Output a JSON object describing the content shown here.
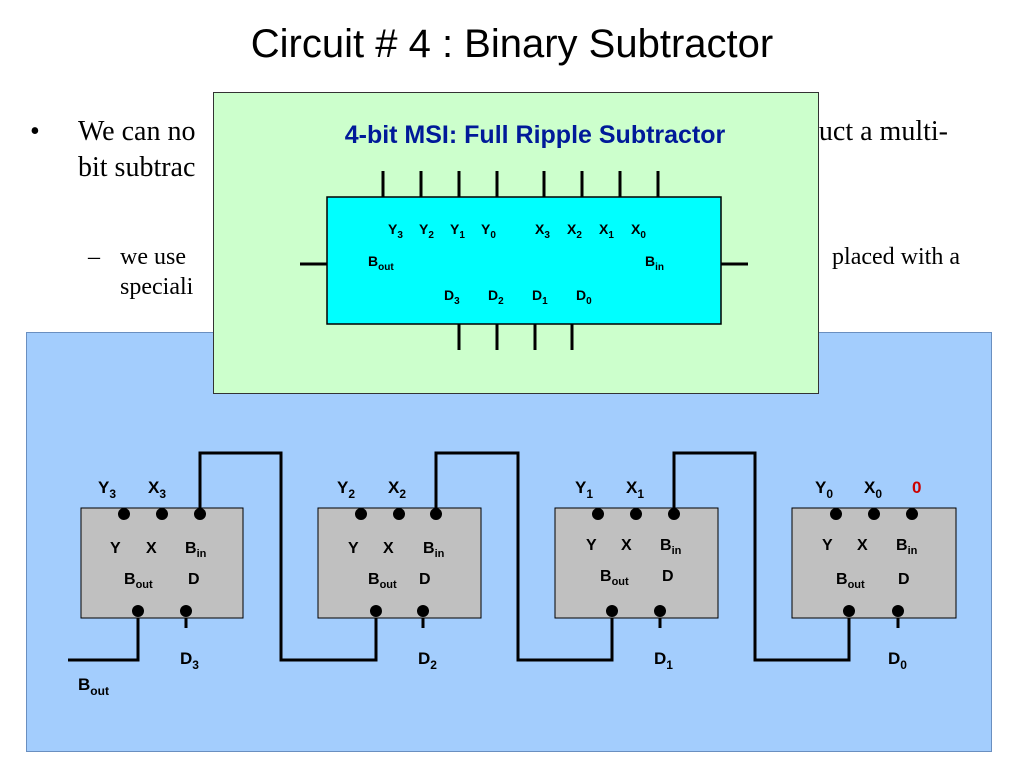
{
  "title": "Circuit # 4 : Binary Subtractor",
  "bullets": {
    "main": {
      "symbol": "•",
      "lines": [
        "We can no",
        "ruct a multi-",
        "bit subtrac"
      ]
    },
    "sub": {
      "symbol": "–",
      "lines": [
        "we use",
        "placed with a",
        "speciali"
      ]
    }
  },
  "msi": {
    "title": "4-bit MSI: Full Ripple Subtractor",
    "inputs_y": [
      "Y",
      "Y",
      "Y",
      "Y"
    ],
    "inputs_y_sub": [
      "3",
      "2",
      "1",
      "0"
    ],
    "inputs_x": [
      "X",
      "X",
      "X",
      "X"
    ],
    "inputs_x_sub": [
      "3",
      "2",
      "1",
      "0"
    ],
    "outputs_d": [
      "D",
      "D",
      "D",
      "D"
    ],
    "outputs_d_sub": [
      "3",
      "2",
      "1",
      "0"
    ],
    "bout": "B",
    "bout_sub": "out",
    "bin": "B",
    "bin_sub": "in"
  },
  "stages": [
    {
      "y": "Y",
      "y_sub": "3",
      "x": "X",
      "x_sub": "3",
      "d": "D",
      "d_sub": "3"
    },
    {
      "y": "Y",
      "y_sub": "2",
      "x": "X",
      "x_sub": "2",
      "d": "D",
      "d_sub": "2"
    },
    {
      "y": "Y",
      "y_sub": "1",
      "x": "X",
      "x_sub": "1",
      "d": "D",
      "d_sub": "1"
    },
    {
      "y": "Y",
      "y_sub": "0",
      "x": "X",
      "x_sub": "0",
      "d": "D",
      "d_sub": "0"
    }
  ],
  "cell": {
    "y": "Y",
    "x": "X",
    "bin": "B",
    "bin_sub": "in",
    "bout": "B",
    "bout_sub": "out",
    "d": "D"
  },
  "carry_in": "0",
  "final_bout": "B",
  "final_bout_sub": "out",
  "colors": {
    "zero": "#cc0000",
    "msi_title": "#001a99",
    "cell_fill": "#c0c0c0",
    "msi_box": "#00ffff"
  }
}
